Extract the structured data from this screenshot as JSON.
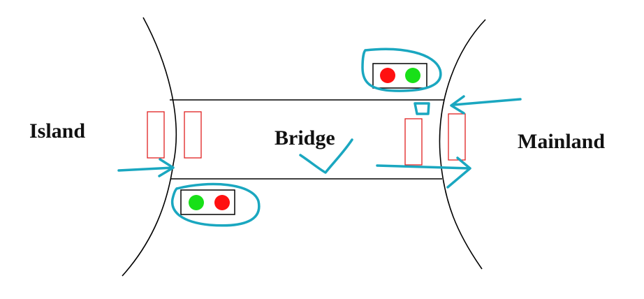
{
  "labels": {
    "island": "Island",
    "bridge": "Bridge",
    "mainland": "Mainland"
  },
  "colors": {
    "outline": "#000000",
    "sensor": "#e02020",
    "light_red": "#ff1010",
    "light_green": "#18e018",
    "annotation": "#1aa7c0"
  },
  "traffic_lights": {
    "mainland_side": [
      "red",
      "green"
    ],
    "island_side": [
      "green",
      "red"
    ]
  }
}
